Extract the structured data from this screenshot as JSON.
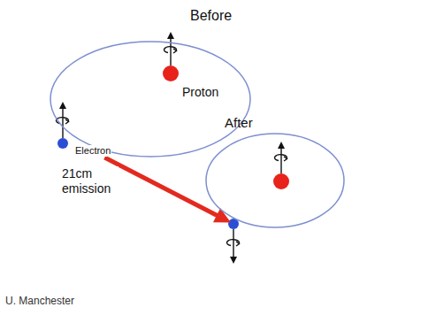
{
  "diagram": {
    "nodes": [
      {
        "text": [
          "Before"
        ]
      },
      {
        "text": [
          "Proton"
        ],
        "in": 0
      },
      {
        "text": [
          "Electron"
        ],
        "in": 0
      },
      {
        "text": [
          "After"
        ]
      }
    ],
    "edges": [
      {
        "from": 2,
        "to": 3,
        "label": "21cm emission",
        "arrow": "to"
      }
    ],
    "labels": [
      "U. Manchester"
    ]
  }
}
